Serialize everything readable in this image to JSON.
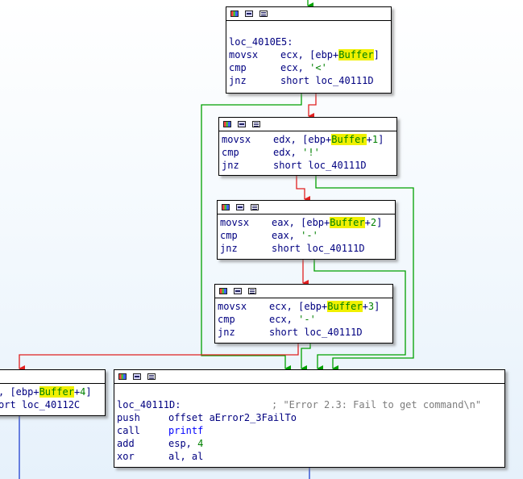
{
  "colors": {
    "flow_true": "#00a000",
    "flow_false": "#e02020",
    "flow_normal": "#2040d0",
    "code_text": "#000080",
    "operand_highlight": "#f0f000",
    "comment": "#7c7c7c"
  },
  "header_icons": [
    "graph-icon",
    "edit-icon",
    "listing-icon"
  ],
  "blocks": {
    "b1": {
      "label": "loc_4010E5:",
      "lines": [
        {
          "mn": "movsx",
          "pre": "ecx, [ebp+",
          "hl": "Buffer",
          "post": "]"
        },
        {
          "mn": "cmp",
          "pre": "ecx, ",
          "str": "'<'"
        },
        {
          "mn": "jnz",
          "pre": "short loc_40111D"
        }
      ]
    },
    "b2": {
      "lines": [
        {
          "mn": "movsx",
          "pre": "edx, [ebp+",
          "hl": "Buffer",
          "post": "+",
          "num": "1",
          "post2": "]"
        },
        {
          "mn": "cmp",
          "pre": "edx, ",
          "str": "'!'"
        },
        {
          "mn": "jnz",
          "pre": "short loc_40111D"
        }
      ]
    },
    "b3": {
      "lines": [
        {
          "mn": "movsx",
          "pre": "eax, [ebp+",
          "hl": "Buffer",
          "post": "+",
          "num": "2",
          "post2": "]"
        },
        {
          "mn": "cmp",
          "pre": "eax, ",
          "str": "'-'"
        },
        {
          "mn": "jnz",
          "pre": "short loc_40111D"
        }
      ]
    },
    "b4": {
      "lines": [
        {
          "mn": "movsx",
          "pre": "ecx, [ebp+",
          "hl": "Buffer",
          "post": "+",
          "num": "3",
          "post2": "]"
        },
        {
          "mn": "cmp",
          "pre": "ecx, ",
          "str": "'-'"
        },
        {
          "mn": "jnz",
          "pre": "short loc_40111D"
        }
      ]
    },
    "b5": {
      "line1": {
        "pre": ", [ebp+",
        "hl": "Buffer",
        "post": "+",
        "num": "4",
        "post2": "]"
      },
      "line2": "ort loc_40112C"
    },
    "b6": {
      "label": "loc_40111D:",
      "comment": "; \"Error 2.3: Fail to get command\\n\"",
      "lines": [
        {
          "mn": "push",
          "pre": "offset aError2_3FailTo"
        },
        {
          "mn": "call",
          "fn": "printf"
        },
        {
          "mn": "add",
          "pre": "esp, ",
          "num": "4"
        },
        {
          "mn": "xor",
          "pre": "al, al"
        }
      ]
    }
  }
}
